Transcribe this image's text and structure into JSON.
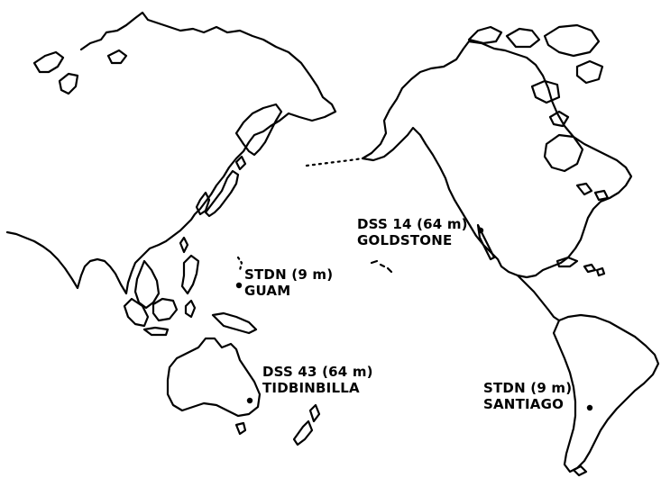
{
  "stations": [
    {
      "id": "goldstone",
      "line1": "DSS 14 (64 m)",
      "line2": "GOLDSTONE"
    },
    {
      "id": "guam",
      "line1": "STDN (9 m)",
      "line2": "GUAM"
    },
    {
      "id": "tidbinbilla",
      "line1": "DSS 43 (64 m)",
      "line2": "TIDBINBILLA"
    },
    {
      "id": "santiago",
      "line1": "STDN (9 m)",
      "line2": "SANTIAGO"
    }
  ],
  "colors": {
    "land_outline": "#000000",
    "background": "#ffffff"
  }
}
